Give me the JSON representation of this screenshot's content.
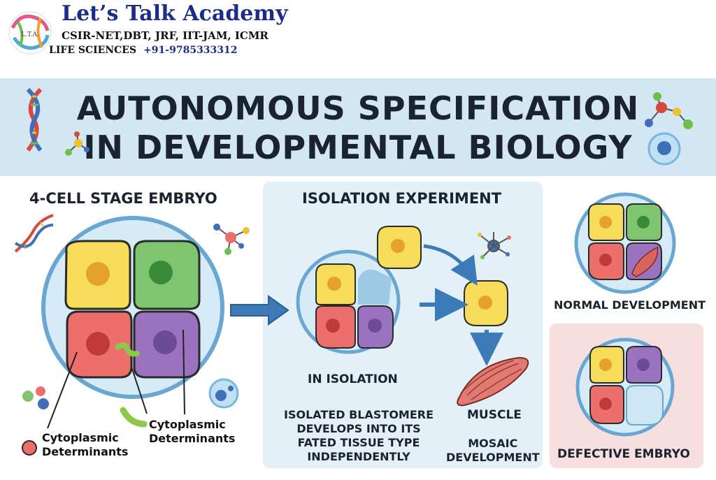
{
  "header": {
    "brand_title": "Let’s Talk Academy",
    "brand_line1": "CSIR-NET,DBT, JRF, IIT-JAM, ICMR",
    "brand_line2": "LIFE SCIENCES",
    "brand_phone": "+91-9785333312",
    "logo_text": "L.T.A."
  },
  "banner": {
    "title_line1": "AUTONOMOUS SPECIFICATION",
    "title_line2": "IN DEVELOPMENTAL BIOLOGY"
  },
  "left": {
    "heading": "4-CELL STAGE EMBRYO",
    "label_left": [
      "Cytoplasmic",
      "Determinants"
    ],
    "label_right": [
      "Cytoplasmic",
      "Determinants"
    ]
  },
  "isolation": {
    "heading": "ISOLATION EXPERIMENT",
    "in_isolation": "IN ISOLATION",
    "description": [
      "ISOLATED BLASTOMERE",
      "DEVELOPS INTO ITS",
      "FATED TISSUE TYPE",
      "INDEPENDENTLY"
    ],
    "muscle": "MUSCLE",
    "mosaic": [
      "MOSAIC",
      "DEVELOPMENT"
    ]
  },
  "right": {
    "normal": "NORMAL DEVELOPMENT",
    "defective": "DEFECTIVE EMBRYO"
  },
  "colors": {
    "yellow": "#f7dc5a",
    "green": "#7fc46e",
    "red": "#ec6f6b",
    "purple": "#9a72bf",
    "navy": "#1c2c8c",
    "banner": "#d2e6f3",
    "panel": "#e4f0f8",
    "defect_panel": "#f8dfdf"
  }
}
